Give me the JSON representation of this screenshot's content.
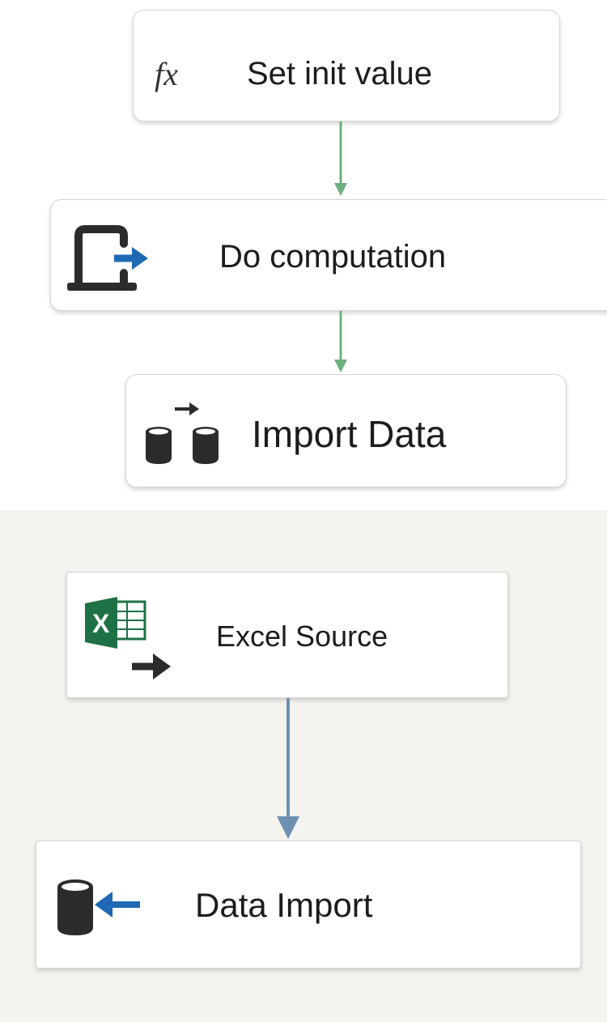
{
  "control_flow": {
    "tasks": [
      {
        "label": "Set init value",
        "icon": "fx-expression-icon"
      },
      {
        "label": "Do computation",
        "icon": "execute-process-icon"
      },
      {
        "label": "Import Data",
        "icon": "data-flow-task-icon"
      }
    ],
    "connector_color": "#6db07f"
  },
  "data_flow": {
    "components": [
      {
        "label": "Excel Source",
        "icon": "excel-source-icon"
      },
      {
        "label": "Data Import",
        "icon": "database-destination-icon"
      }
    ],
    "connector_color": "#6f8fb3"
  }
}
